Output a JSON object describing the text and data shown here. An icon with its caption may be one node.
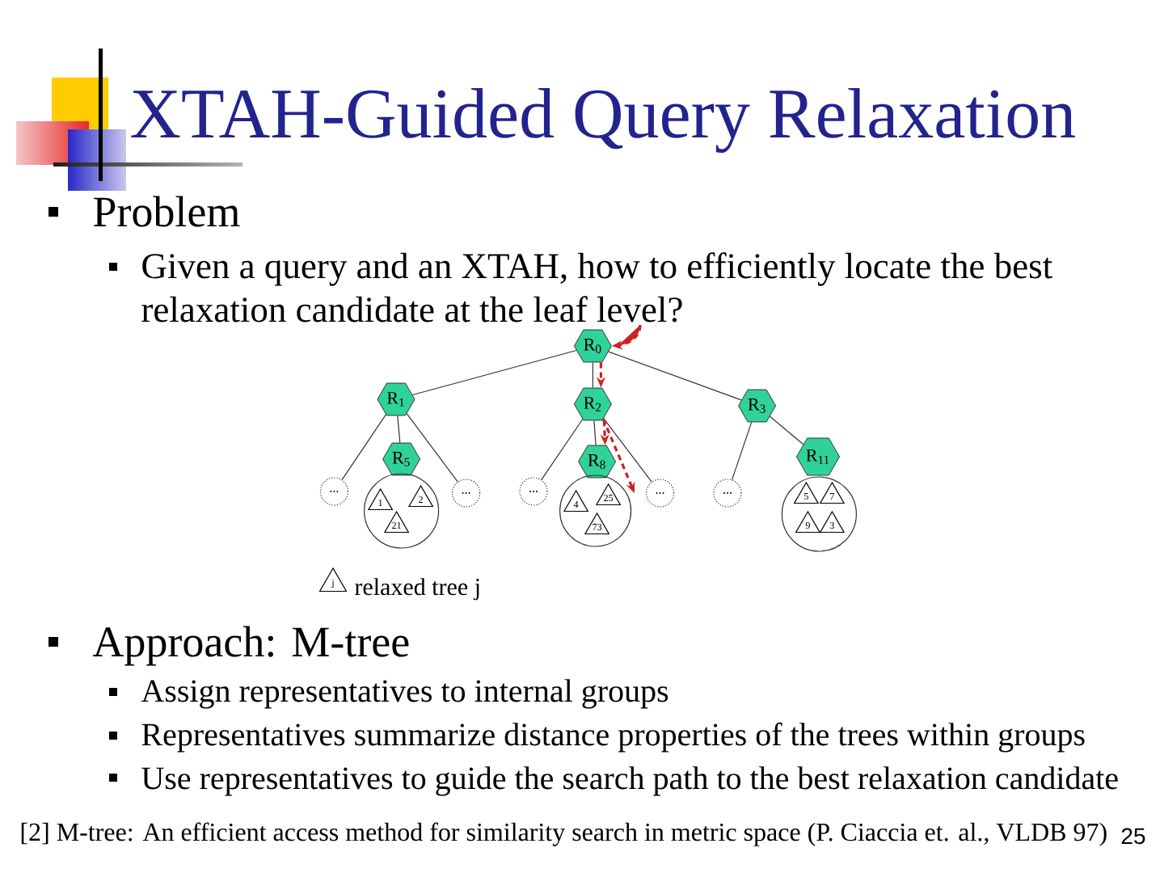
{
  "diagram": {
    "title": "XTAH-Guided Query Relaxation",
    "nodes": [
      {
        "text": [
          "R$_{0}$"
        ]
      },
      {
        "text": [
          "R$_{1}$"
        ]
      },
      {
        "text": [
          "R$_{2}$"
        ]
      },
      {
        "text": [
          "R$_{3}$"
        ]
      },
      {
        "text": [
          "R$_{5}$"
        ]
      },
      {
        "text": [
          "R$_{8}$"
        ]
      },
      {
        "text": [
          "R$_{11}$"
        ]
      },
      {
        "text": [
          "..."
        ]
      },
      {
        "text": [],
        "shape": "circle"
      },
      {
        "text": [
          "1"
        ],
        "in": 8
      },
      {
        "text": [
          "2"
        ],
        "in": 8
      },
      {
        "text": [
          "21"
        ],
        "in": 8
      },
      {
        "text": [
          "..."
        ]
      },
      {
        "text": [
          "..."
        ]
      },
      {
        "text": [],
        "shape": "circle"
      },
      {
        "text": [
          "4"
        ],
        "in": 14
      },
      {
        "text": [
          "25"
        ],
        "in": 14
      },
      {
        "text": [
          "73"
        ],
        "in": 14
      },
      {
        "text": [
          "..."
        ]
      },
      {
        "text": [
          "..."
        ]
      },
      {
        "text": [],
        "shape": "circle"
      },
      {
        "text": [
          "5"
        ],
        "in": 20
      },
      {
        "text": [
          "7"
        ],
        "in": 20
      },
      {
        "text": [
          "9"
        ],
        "in": 20
      },
      {
        "text": [
          "3"
        ],
        "in": 20
      }
    ],
    "edges": [
      {
        "from": 0,
        "to": 1,
        "arrow": "none"
      },
      {
        "from": 0,
        "to": 2,
        "arrow": "none"
      },
      {
        "from": 0,
        "to": 3,
        "arrow": "none"
      },
      {
        "from": 1,
        "to": 7,
        "arrow": "none"
      },
      {
        "from": 1,
        "to": 4,
        "arrow": "none"
      },
      {
        "from": 1,
        "to": 12,
        "arrow": "none"
      },
      {
        "from": 2,
        "to": 13,
        "arrow": "none"
      },
      {
        "from": 2,
        "to": 5,
        "arrow": "none"
      },
      {
        "from": 2,
        "to": 18,
        "arrow": "none"
      },
      {
        "from": 3,
        "to": 19,
        "arrow": "none"
      },
      {
        "from": 3,
        "to": 6,
        "arrow": "none"
      },
      {
        "from": null,
        "to": 0,
        "arrow": "to",
        "style": "dashed",
        "color": "#cc2222"
      },
      {
        "from": 0,
        "to": 2,
        "arrow": "to",
        "style": "dashed",
        "color": "#cc2222"
      },
      {
        "from": 2,
        "to": 5,
        "arrow": "to",
        "style": "dashed",
        "color": "#cc2222"
      },
      {
        "from": 2,
        "to": 18,
        "arrow": "to",
        "style": "dashed",
        "color": "#cc2222"
      }
    ],
    "labels": [
      "Problem",
      "Given a query and an XTAH, how to efficiently locate the best relaxation candidate at the leaf level?",
      "j",
      "Approach: M-tree",
      "Assign representatives to internal groups",
      "Representatives summarize distance properties of the trees within groups",
      "Use representatives to guide the search path to the best relaxation candidate",
      "[2] M-tree: An efficient access method for similarity search in metric space (P. Ciaccia et. al., VLDB 97)",
      "25"
    ],
    "legend": [
      {
        "text": "relaxed tree j"
      }
    ]
  }
}
